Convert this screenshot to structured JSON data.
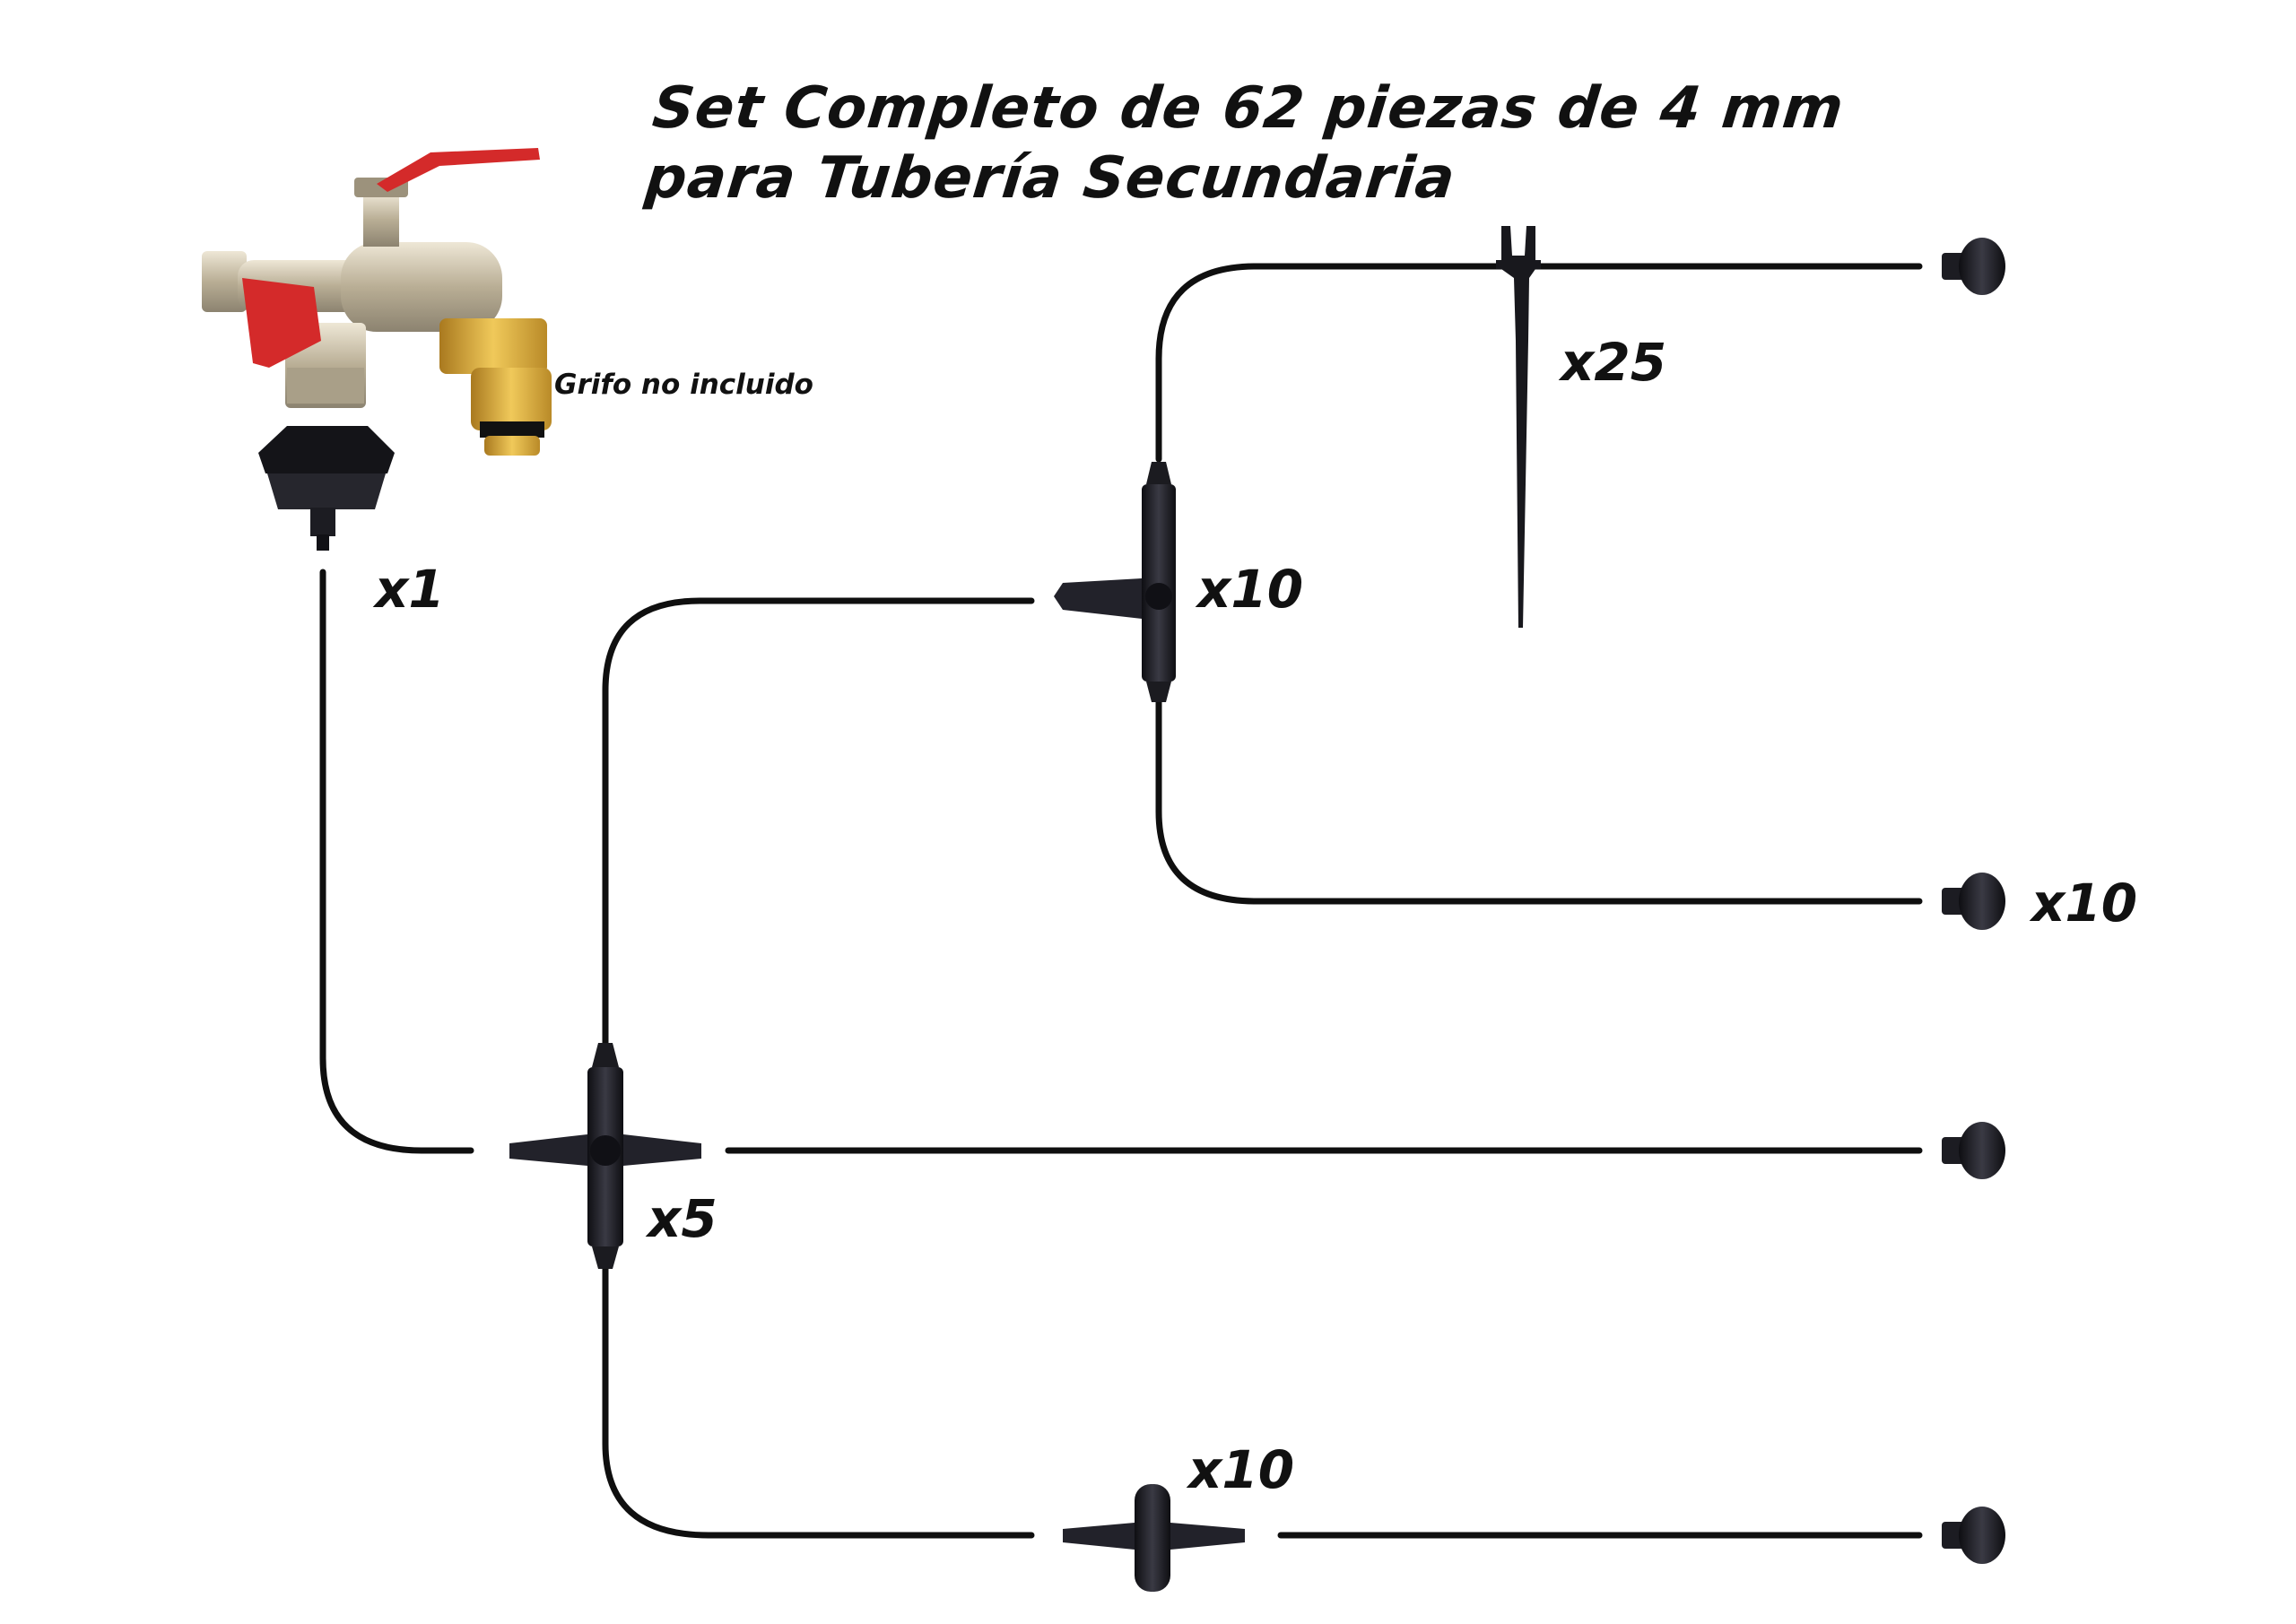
{
  "title": {
    "line1": "Set Completo de 62 piezas de 4 mm",
    "line2": "para Tubería Secundaria"
  },
  "faucet_note": "Grifo no incluido",
  "quantities": {
    "adapter": "x1",
    "stake": "x25",
    "tee": "x10",
    "end_plug_mid": "x10",
    "cross": "x5",
    "straight_connector": "x10"
  },
  "colors": {
    "line": "#0f0f0f",
    "part": "#1c1c22",
    "faucet_body": "#c9bfa8",
    "faucet_lever": "#d42a2a",
    "brass": "#d9a93a"
  },
  "icons": {
    "faucet": "double-faucet-icon",
    "adapter": "tap-adapter-icon",
    "tee": "tee-connector-icon",
    "cross": "cross-connector-icon",
    "stake": "support-stake-icon",
    "plug": "end-plug-icon",
    "straight": "straight-connector-icon"
  }
}
